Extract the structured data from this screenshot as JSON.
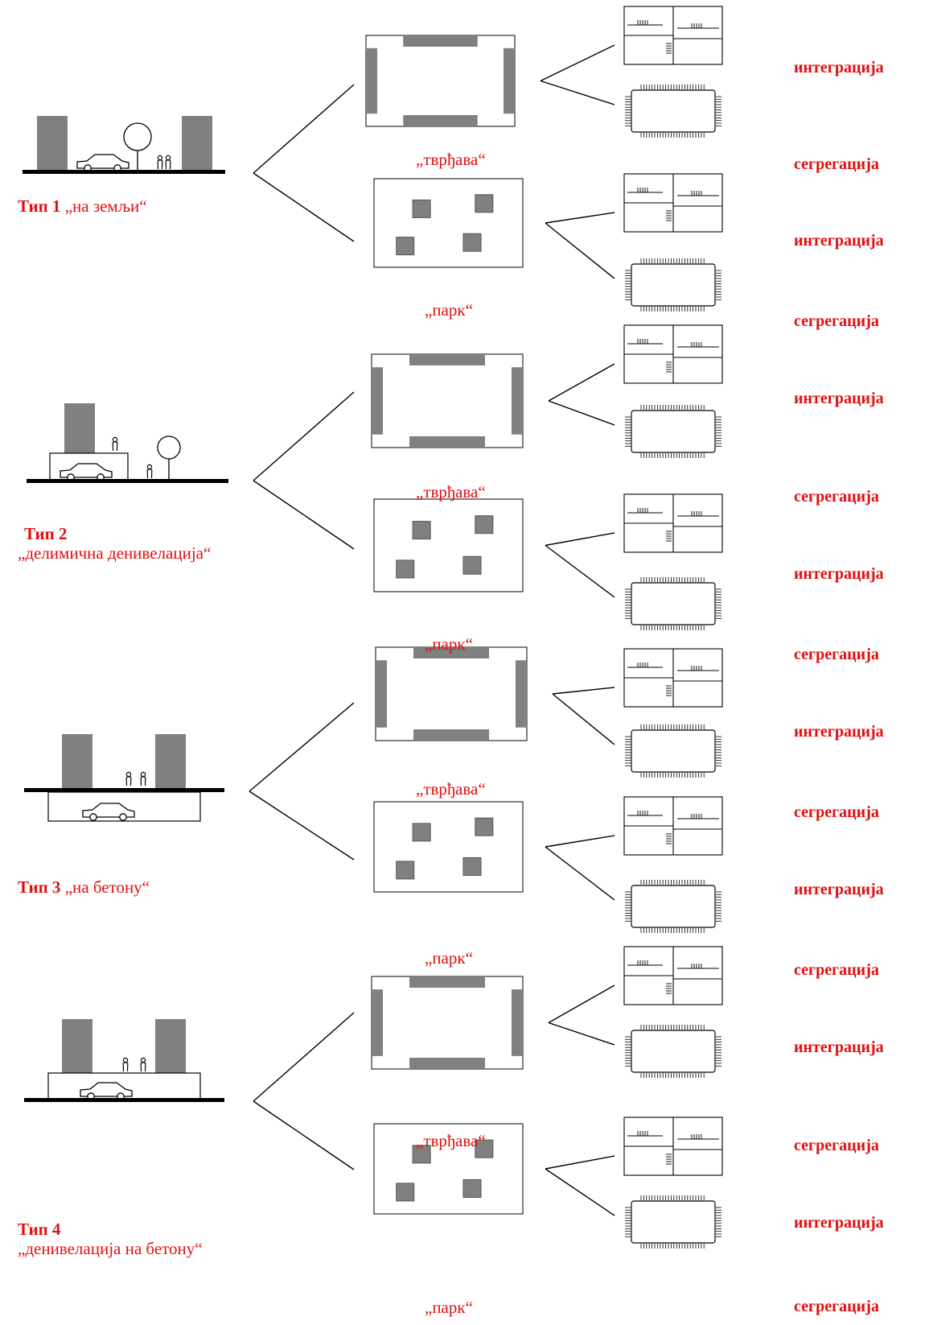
{
  "colors": {
    "label": "#e01010",
    "building": "#808080",
    "line": "#000000"
  },
  "types": [
    {
      "id": "1",
      "prefix": "Тип 1",
      "name": "„на земљи“"
    },
    {
      "id": "2",
      "prefix": "Тип 2",
      "name": "„делимична денивелација“"
    },
    {
      "id": "3",
      "prefix": "Тип 3",
      "name": "„на бетону“"
    },
    {
      "id": "4",
      "prefix": "Тип 4",
      "name": "„денивелација на бетону“"
    }
  ],
  "schemes": {
    "fortress": "„тврђава“",
    "park": "„парк“"
  },
  "outcomes": {
    "integration": "интеграција",
    "segregation": "сегрегација"
  }
}
